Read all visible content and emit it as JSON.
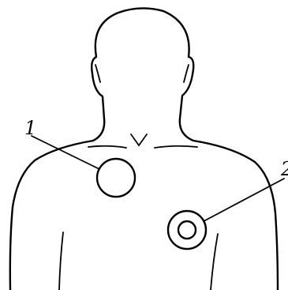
{
  "markers": [
    {
      "label": "1",
      "shape": "single-circle"
    },
    {
      "label": "2",
      "shape": "concentric-circles"
    }
  ],
  "colors": {
    "line": "#000000",
    "background": "#ffffff"
  }
}
